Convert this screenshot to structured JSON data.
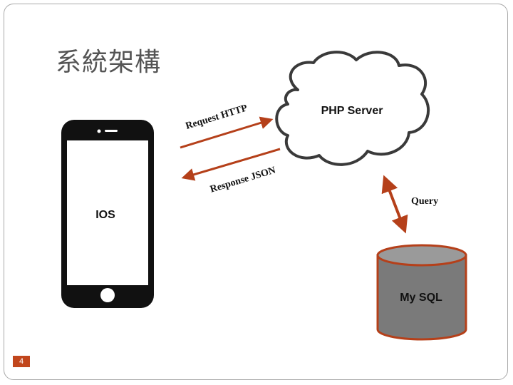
{
  "slide": {
    "title": "系統架構",
    "page_number": "4"
  },
  "nodes": {
    "phone_label": "IOS",
    "server_label": "PHP Server",
    "database_label": "My SQL"
  },
  "edges": {
    "request_label": "Request HTTP",
    "response_label": "Response JSON",
    "query_label": "Query"
  },
  "colors": {
    "arrow": "#b5401a",
    "page_badge": "#c1461c",
    "database_fill": "#7a7a7a",
    "database_stroke": "#b5401a",
    "cloud_stroke": "#3a3a3a",
    "phone_body": "#111111"
  },
  "icons": {
    "phone": "smartphone-icon",
    "server": "cloud-icon",
    "database": "database-cylinder-icon"
  }
}
